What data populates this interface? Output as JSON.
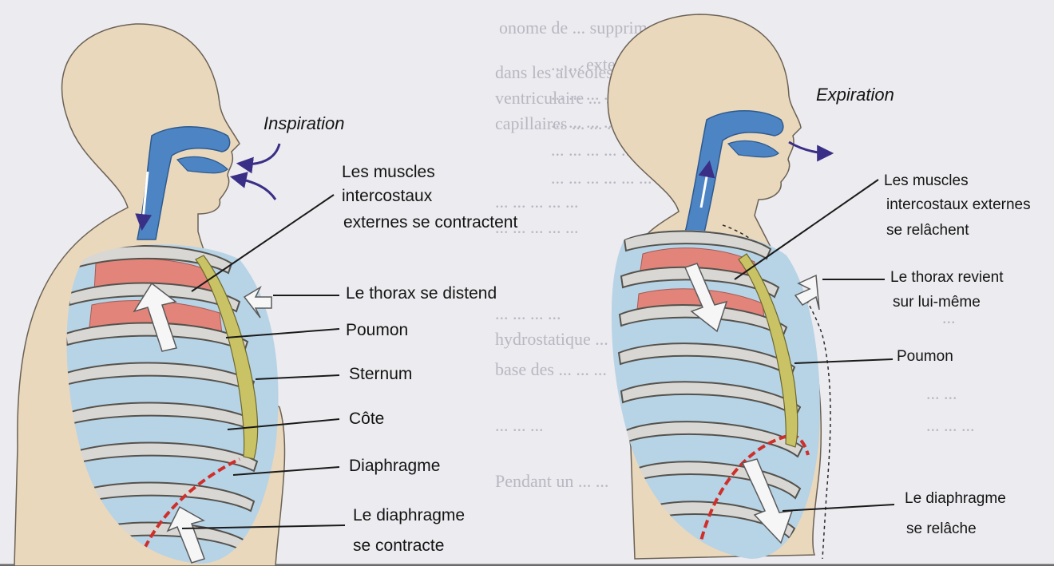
{
  "inspiration": {
    "title": "Inspiration",
    "labels": {
      "muscles_1": "Les muscles",
      "muscles_2": "intercostaux",
      "muscles_3": "externes se contractent",
      "thorax": "Le thorax se distend",
      "poumon": "Poumon",
      "sternum": "Sternum",
      "cote": "Côte",
      "diaphragme": "Diaphragme",
      "diaphragme_action_1": "Le diaphragme",
      "diaphragme_action_2": "se contracte"
    }
  },
  "expiration": {
    "title": "Expiration",
    "labels": {
      "muscles_1": "Les muscles",
      "muscles_2": "intercostaux externes",
      "muscles_3": "se relâchent",
      "thorax_1": "Le thorax revient",
      "thorax_2": "sur lui-même",
      "poumon": "Poumon",
      "diaphragme_action_1": "Le diaphragme",
      "diaphragme_action_2": "se relâche"
    }
  },
  "colors": {
    "page": "#ecebef",
    "body_skin": "#ead8bc",
    "airway_blue": "#4d84c4",
    "lung_blue": "#b7d3e6",
    "rib_fill": "#d9d7d4",
    "muscle_red": "#e2847a",
    "sternum_yellow": "#c9c365",
    "arrow_purple": "#3a2f86",
    "diaphragm_red": "#cf2f2a"
  }
}
